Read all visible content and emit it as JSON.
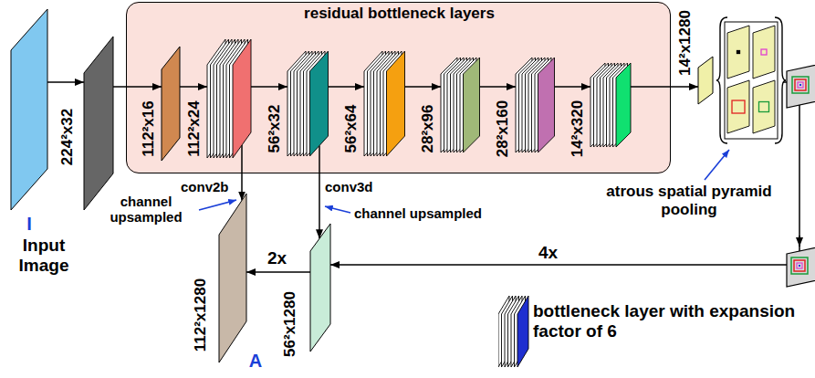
{
  "diagram": {
    "nodes": [
      {
        "text": [
          "I",
          "Input Image"
        ]
      },
      {
        "text": [
          "224²x32"
        ]
      },
      {
        "text": [
          "residual bottleneck layers"
        ]
      },
      {
        "text": [
          "112²x16"
        ],
        "in": 2
      },
      {
        "text": [
          "112²x24"
        ],
        "in": 2
      },
      {
        "text": [
          "56²x32"
        ],
        "in": 2
      },
      {
        "text": [
          "56²x64"
        ],
        "in": 2
      },
      {
        "text": [
          "28²x96"
        ],
        "in": 2
      },
      {
        "text": [
          "28²x160"
        ],
        "in": 2
      },
      {
        "text": [
          "14²x320"
        ],
        "in": 2
      },
      {
        "text": [
          "14²x1280"
        ]
      },
      {
        "text": [
          "atrous spatial pyramid pooling"
        ]
      },
      {
        "text": [
          "56²x1280"
        ]
      },
      {
        "text": [
          "112²x1280",
          "A"
        ]
      }
    ],
    "edges": [
      {
        "from": 0,
        "to": 1,
        "arrow": "to"
      },
      {
        "from": 1,
        "to": 3,
        "arrow": "to"
      },
      {
        "from": 3,
        "to": 4,
        "arrow": "to"
      },
      {
        "from": 4,
        "to": 5,
        "arrow": "to"
      },
      {
        "from": 5,
        "to": 6,
        "arrow": "to"
      },
      {
        "from": 6,
        "to": 7,
        "arrow": "to"
      },
      {
        "from": 7,
        "to": 8,
        "arrow": "to"
      },
      {
        "from": 8,
        "to": 9,
        "arrow": "to"
      },
      {
        "from": 9,
        "to": 10,
        "arrow": "to"
      },
      {
        "from": 4,
        "to": 13,
        "arrow": "to"
      },
      {
        "from": 5,
        "to": 12,
        "arrow": "to"
      },
      {
        "from": 11,
        "to": 12,
        "label": "4x",
        "arrow": "to"
      },
      {
        "from": 12,
        "to": 13,
        "label": "2x",
        "arrow": "to"
      }
    ],
    "labels": [
      "conv2b",
      "channel upsampled",
      "conv3d",
      "channel upsampled"
    ],
    "legend": [
      {
        "text": "bottleneck layer with expansion factor of 6"
      }
    ]
  }
}
